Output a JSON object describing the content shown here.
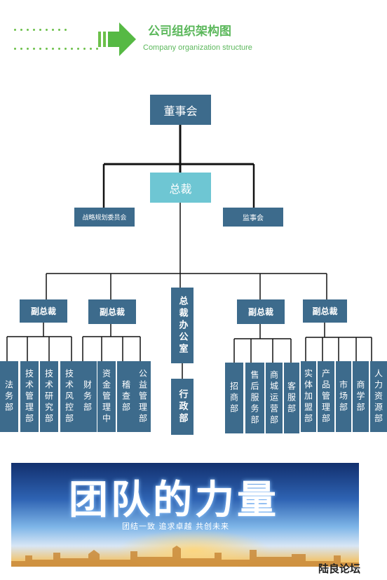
{
  "header": {
    "title_cn": "公司组织架构图",
    "title_en": "Company organization structure"
  },
  "org": {
    "board": "董事会",
    "president": "总裁",
    "strategy_committee": "战略规划委员会",
    "supervisors": "监事会",
    "vp_1": "副总裁",
    "vp_2": "副总裁",
    "vp_3": "副总裁",
    "vp_4": "副总裁",
    "president_office": "总裁办公室",
    "admin_dept": "行政部",
    "departments": [
      "法务部",
      "技术管理部",
      "技术研究部",
      "技术风控部",
      "财务部",
      "资金管理中",
      "稽查部",
      "公益管理部",
      "招商部",
      "售后服务部",
      "商城运营部",
      "客服部",
      "实体加盟部",
      "产品管理部",
      "市场部",
      "商学部",
      "人力资源部"
    ]
  },
  "banner": {
    "headline": "团队的力量",
    "slogan": "团结一致  追求卓越  共创未来"
  },
  "watermark": "陆良论坛"
}
